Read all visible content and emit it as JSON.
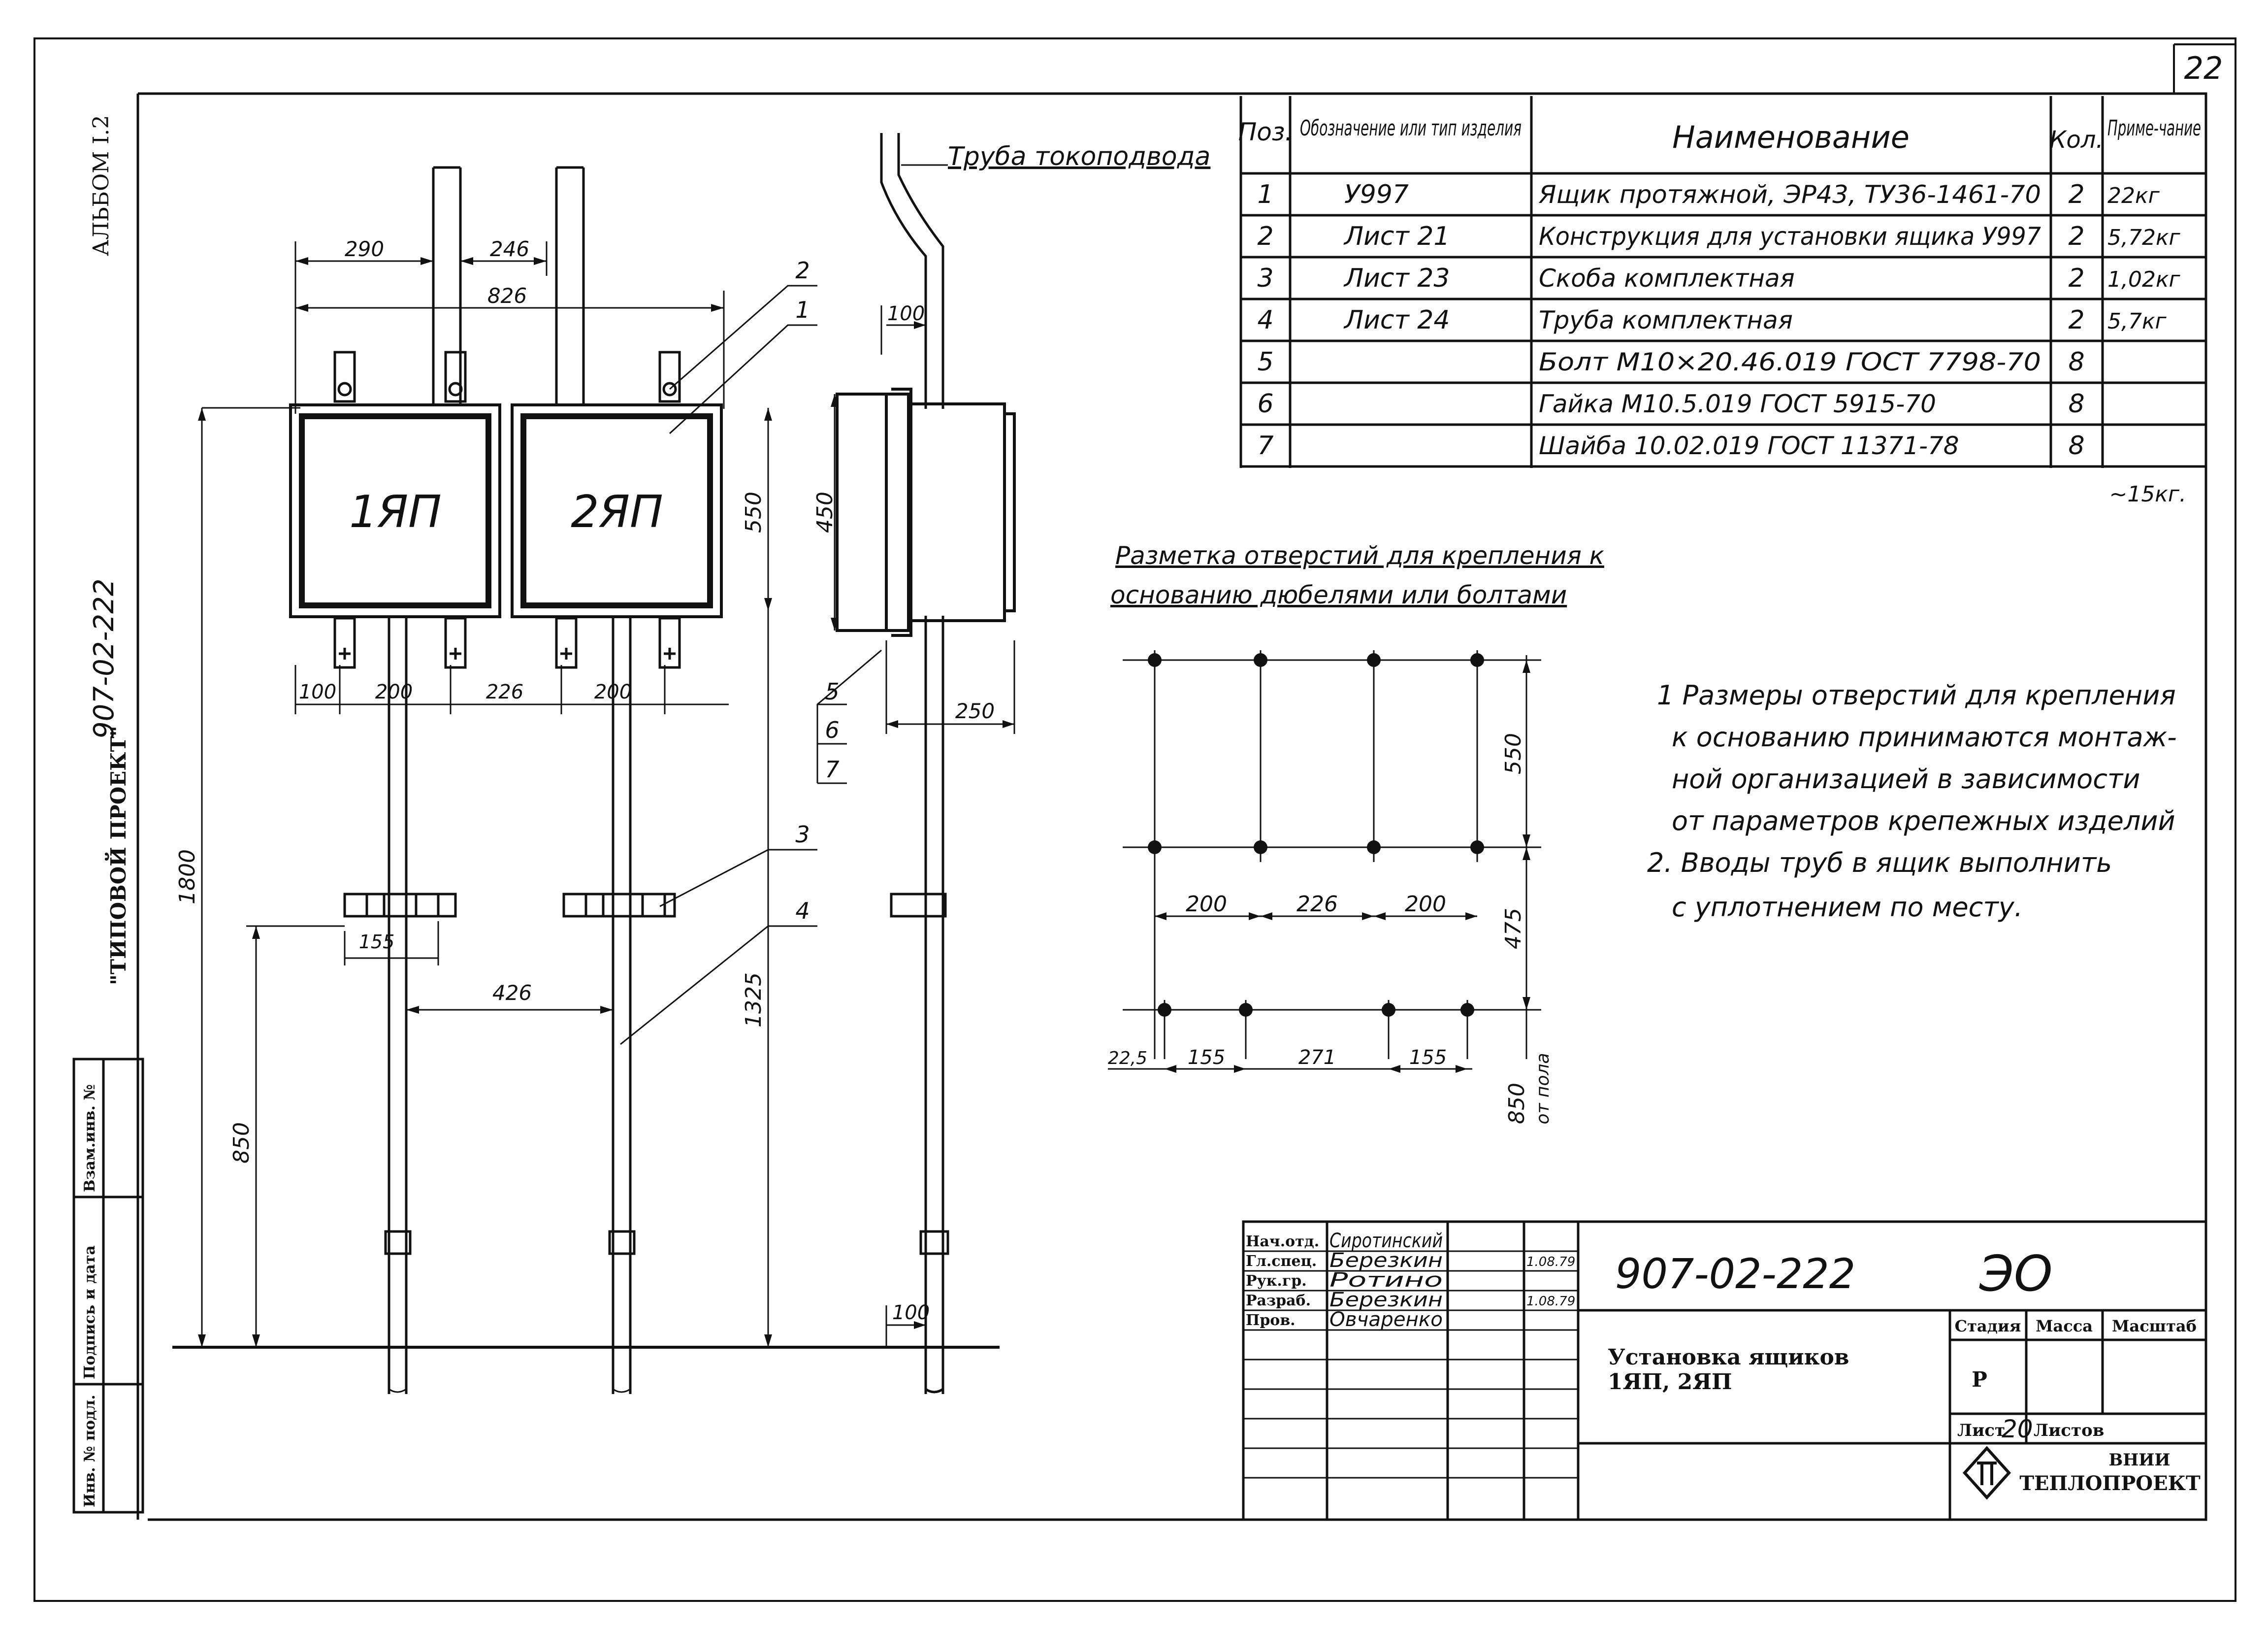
{
  "sheet_number": "22",
  "side_stamp": {
    "album": "АЛЬБОМ I.2",
    "project_type": "\"ТИПОВОЙ ПРОЕКТ\"",
    "project_code": "907-02-222",
    "inv_fields": [
      "Инв. № подл.",
      "Подпись и дата",
      "Взам.инв. №"
    ]
  },
  "spec_table": {
    "headers": [
      "Поз.",
      "Обозначение или тип изделия",
      "Наименование",
      "Кол.",
      "Приме-чание"
    ],
    "rows": [
      {
        "pos": "1",
        "designation": "У997",
        "name": "Ящик протяжной, ЭР43, ТУ36-1461-70",
        "qty": "2",
        "note": "22кг"
      },
      {
        "pos": "2",
        "designation": "Лист 21",
        "name": "Конструкция для установки ящика У997",
        "qty": "2",
        "note": "5,72кг"
      },
      {
        "pos": "3",
        "designation": "Лист 23",
        "name": "Скоба комплектная",
        "qty": "2",
        "note": "1,02кг"
      },
      {
        "pos": "4",
        "designation": "Лист 24",
        "name": "Труба комплектная",
        "qty": "2",
        "note": "5,7кг"
      },
      {
        "pos": "5",
        "designation": "",
        "name": "Болт М10×20.46.019 ГОСТ 7798-70",
        "qty": "8",
        "note": ""
      },
      {
        "pos": "6",
        "designation": "",
        "name": "Гайка М10.5.019 ГОСТ 5915-70",
        "qty": "8",
        "note": ""
      },
      {
        "pos": "7",
        "designation": "",
        "name": "Шайба 10.02.019 ГОСТ 11371-78",
        "qty": "8",
        "note": ""
      }
    ],
    "total_mass": "~15кг."
  },
  "front_view": {
    "box_labels": [
      "1ЯП",
      "2ЯП"
    ],
    "dims": {
      "d290": "290",
      "d246": "246",
      "d826": "826",
      "d100": "100",
      "d200a": "200",
      "d226": "226",
      "d200b": "200",
      "d550": "550",
      "d1800": "1800",
      "d1325": "1325",
      "d850": "850",
      "d155": "155",
      "d426": "426"
    },
    "callouts": [
      "2",
      "1",
      "5",
      "6",
      "7",
      "3",
      "4"
    ]
  },
  "side_view": {
    "pipe_label": "Труба токоподвода",
    "dims": {
      "d100top": "100",
      "d450": "450",
      "d250": "250",
      "d100bot": "100"
    }
  },
  "marking": {
    "title_line1": "Разметка отверстий для крепления к",
    "title_line2": "основанию дюбелями или болтами",
    "dims": {
      "d200a": "200",
      "d226": "226",
      "d200b": "200",
      "d550": "550",
      "d475": "475",
      "d850": "850",
      "from_floor": "от пола",
      "d225": "22,5",
      "d155a": "155",
      "d271": "271",
      "d155b": "155"
    }
  },
  "notes": [
    "1 Размеры отверстий для крепления",
    "к основанию принимаются монтаж-",
    "ной организацией в зависимости",
    "от параметров крепежных изделий",
    "2. Вводы труб в ящик выполнить",
    "с уплотнением по месту."
  ],
  "title_block": {
    "roles": [
      "Нач.отд.",
      "Гл.спец.",
      "Рук.гр.",
      "Разраб.",
      "Пров."
    ],
    "names": [
      "Сиротинский",
      "Березкин",
      "Ротино",
      "Березкин",
      "Овчаренко"
    ],
    "dates": [
      "",
      "1.08.79",
      "",
      "1.08.79",
      ""
    ],
    "doc_code": "907-02-222",
    "doc_mark": "ЭО",
    "title_line1": "Установка ящиков",
    "title_line2": "1ЯП, 2ЯП",
    "stage_label": "Стадия",
    "mass_label": "Масса",
    "scale_label": "Масштаб",
    "stage_value": "Р",
    "sheet_label": "Лист",
    "sheet_value": "20",
    "sheets_label": "Листов",
    "org_line1": "ВНИИ",
    "org_line2": "ТЕПЛОПРОЕКТ"
  }
}
